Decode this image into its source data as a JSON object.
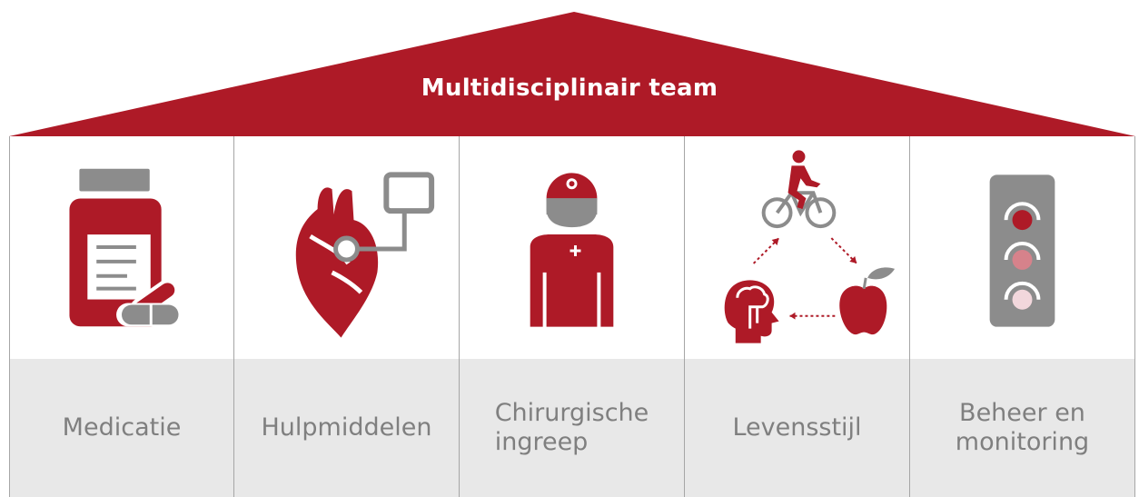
{
  "roof": {
    "title": "Multidisciplinair team"
  },
  "pillars": [
    {
      "id": "medicatie",
      "lines": [
        "Medicatie"
      ],
      "icon": "medicine-bottle-pills-icon"
    },
    {
      "id": "hulpmiddelen",
      "lines": [
        "Hulpmiddelen"
      ],
      "icon": "heart-device-icon"
    },
    {
      "id": "chirurgische-ingreep",
      "lines": [
        "Chirurgische",
        "ingreep"
      ],
      "icon": "surgeon-icon"
    },
    {
      "id": "levensstijl",
      "lines": [
        "Levensstijl"
      ],
      "icon": "lifestyle-cycle-icon"
    },
    {
      "id": "beheer-en-monitoring",
      "lines": [
        "Beheer en",
        "monitoring"
      ],
      "icon": "traffic-light-icon"
    }
  ],
  "colors": {
    "brand_red": "#ae1a27",
    "grey": "#8c8c8c",
    "light_grey": "#e8e8e8",
    "label_text": "#7f7f7f",
    "pink": "#d6828b",
    "light_pink": "#f2d7dc"
  }
}
